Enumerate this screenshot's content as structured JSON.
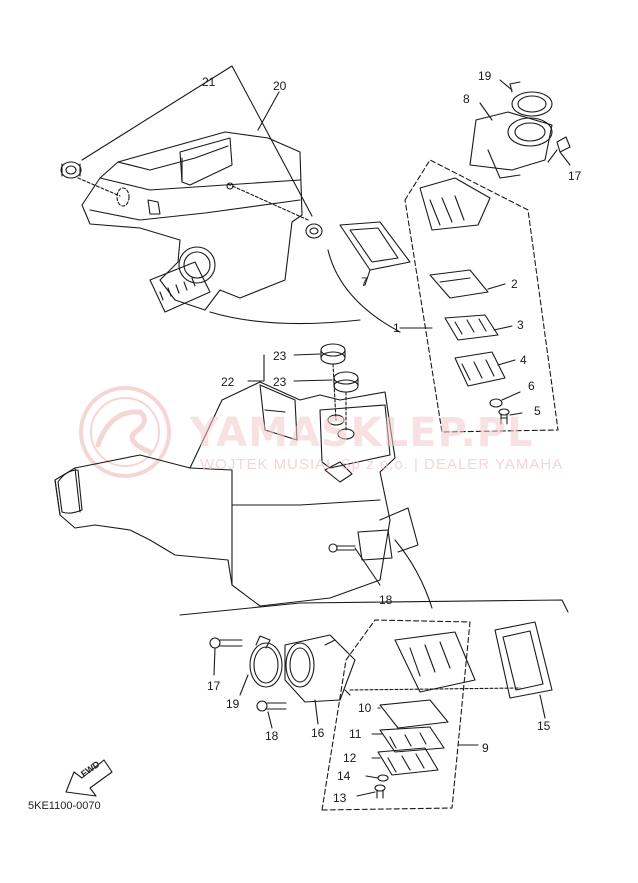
{
  "watermark": {
    "title": "YAMASKLEP.PL",
    "subtitle": "WOJTEK MUSIAŁ Sp z o.o. | DEALER YAMAHA"
  },
  "diagram_code": "5KE1100-0070",
  "fwd_label": "FWD",
  "callouts": {
    "c21": "21",
    "c20": "20",
    "c19a": "19",
    "c8": "8",
    "c17a": "17",
    "c7": "7",
    "c2": "2",
    "c1": "1",
    "c3": "3",
    "c4": "4",
    "c6": "6",
    "c5": "5",
    "c23a": "23",
    "c22": "22",
    "c23b": "23",
    "c18a": "18",
    "c17b": "17",
    "c19b": "19",
    "c18b": "18",
    "c16": "16",
    "c15": "15",
    "c10": "10",
    "c11": "11",
    "c9": "9",
    "c12": "12",
    "c14": "14",
    "c13": "13"
  },
  "colors": {
    "line": "#1a1a1a",
    "watermark": "#e88a8a"
  }
}
